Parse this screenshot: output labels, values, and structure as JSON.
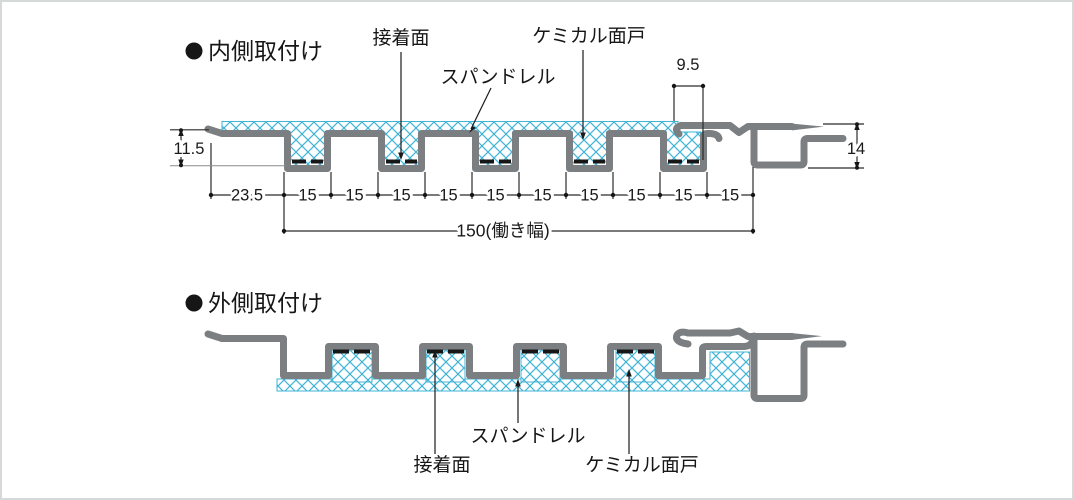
{
  "colors": {
    "profile_gray": "#7c7f81",
    "hatch_cyan": "#41b4d5",
    "label_blue": "#33689f",
    "text_black": "#161616"
  },
  "sections": {
    "top": {
      "heading": "内側取付け",
      "labels": {
        "adhesive": "接着面",
        "spandrel": "スパンドレル",
        "chemical": "ケミカル面戸"
      },
      "dims": {
        "edge_height": "11.5",
        "edge_offset": "23.5",
        "joint_width": "9.5",
        "joint_depth": "14",
        "total_width": "150(働き幅)",
        "pitch": [
          "15",
          "15",
          "15",
          "15",
          "15",
          "15",
          "15",
          "15",
          "15",
          "15"
        ]
      }
    },
    "bottom": {
      "heading": "外側取付け",
      "labels": {
        "adhesive": "接着面",
        "spandrel": "スパンドレル",
        "chemical": "ケミカル面戸"
      }
    }
  }
}
